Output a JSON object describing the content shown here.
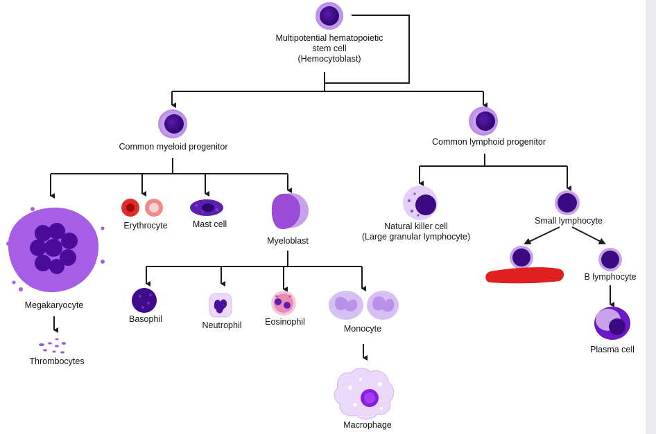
{
  "labels": {
    "stem_line1": "Multipotential hematopoietic",
    "stem_line2": "stem cell",
    "stem_line3": "(Hemocytoblast)",
    "myeloid": "Common myeloid progenitor",
    "lymphoid": "Common lymphoid progenitor",
    "megakaryocyte": "Megakaryocyte",
    "thrombocytes": "Thrombocytes",
    "erythrocyte": "Erythrocyte",
    "mast_cell": "Mast cell",
    "myeloblast": "Myeloblast",
    "basophil": "Basophil",
    "neutrophil": "Neutrophil",
    "eosinophil": "Eosinophil",
    "monocyte": "Monocyte",
    "macrophage": "Macrophage",
    "nk_line1": "Natural killer cell",
    "nk_line2": "(Large granular lymphocyte)",
    "small_lymphocyte": "Small lymphocyte",
    "b_lymphocyte": "B lymphocyte",
    "plasma_cell": "Plasma cell"
  },
  "colors": {
    "cell_membrane": "#c9a3ea",
    "cell_nucleus": "#3b0a83",
    "megakaryocyte": "#9a4ce0",
    "erythrocyte": "#e23030",
    "redaction": "#e02020",
    "line": "#1a1a1a"
  }
}
